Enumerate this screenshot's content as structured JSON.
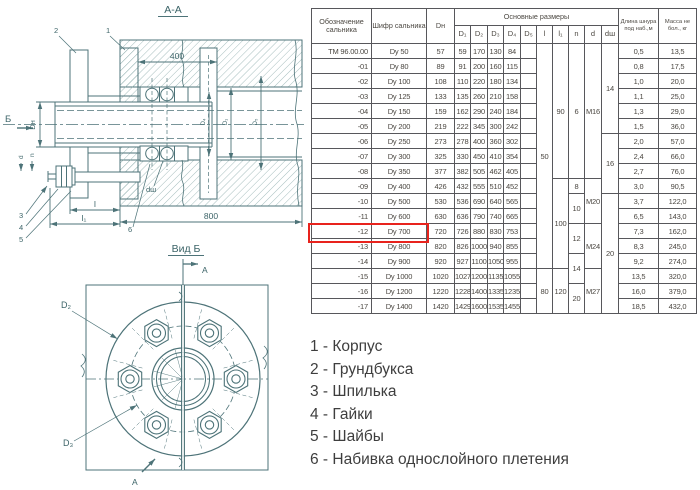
{
  "colors": {
    "drawing_line": "#4d7378",
    "drawing_text": "#3c6468",
    "table_text": "#4b4741",
    "table_border": "#57575b",
    "highlight_red": "#e8231d",
    "legend_text": "#3e3e3e"
  },
  "section_view": {
    "title": "А-А",
    "dim_top": "400",
    "dim_bottom": "800",
    "dim_l": "l",
    "dim_l1": "l₁",
    "view_arrow_label": "Б",
    "label_dn": "Dн",
    "label_d": "d",
    "label_n": "n",
    "label_dsh": "dш",
    "label_d4": "D₄",
    "label_d1": "D₁",
    "label_d5": "D₅",
    "callout_1": "1",
    "callout_2": "2",
    "callout_3": "3",
    "callout_4": "4",
    "callout_5": "5",
    "callout_6": "6"
  },
  "flange_view": {
    "title": "Вид Б",
    "label_d2": "D₂",
    "label_d3": "D₃",
    "section_label_top": "А",
    "section_label_bottom": "А"
  },
  "table": {
    "headers": {
      "designation": "Обозначение сальника",
      "code": "Шифр сальника",
      "dn": "Dн",
      "group": "Основные размеры",
      "sub": [
        "D₁",
        "D₂",
        "D₃",
        "D₄",
        "D₅",
        "l",
        "l₁",
        "n",
        "d",
        "dш"
      ],
      "cord_length": "Длина шнура под наб.,м",
      "mass": "Масса не бол., кг"
    },
    "rows": [
      {
        "designation": "ТМ 96.00.00",
        "code": "Dy 50",
        "dn": "57",
        "d1": "59",
        "d2": "170",
        "d3": "130",
        "d4": "84",
        "cord": "0,5",
        "mass": "13,5"
      },
      {
        "designation": "-01",
        "code": "Dy 80",
        "dn": "89",
        "d1": "91",
        "d2": "200",
        "d3": "160",
        "d4": "115",
        "cord": "0,8",
        "mass": "17,5"
      },
      {
        "designation": "-02",
        "code": "Dy 100",
        "dn": "108",
        "d1": "110",
        "d2": "220",
        "d3": "180",
        "d4": "134",
        "cord": "1,0",
        "mass": "20,0"
      },
      {
        "designation": "-03",
        "code": "Dy 125",
        "dn": "133",
        "d1": "135",
        "d2": "260",
        "d3": "210",
        "d4": "158",
        "cord": "1,1",
        "mass": "25,0"
      },
      {
        "designation": "-04",
        "code": "Dy 150",
        "dn": "159",
        "d1": "162",
        "d2": "290",
        "d3": "240",
        "d4": "184",
        "cord": "1,3",
        "mass": "29,0"
      },
      {
        "designation": "-05",
        "code": "Dy 200",
        "dn": "219",
        "d1": "222",
        "d2": "345",
        "d3": "300",
        "d4": "242",
        "cord": "1,5",
        "mass": "36,0"
      },
      {
        "designation": "-06",
        "code": "Dy 250",
        "dn": "273",
        "d1": "278",
        "d2": "400",
        "d3": "360",
        "d4": "302",
        "cord": "2,0",
        "mass": "57,0"
      },
      {
        "designation": "-07",
        "code": "Dy 300",
        "dn": "325",
        "d1": "330",
        "d2": "450",
        "d3": "410",
        "d4": "354",
        "cord": "2,4",
        "mass": "66,0"
      },
      {
        "designation": "-08",
        "code": "Dy 350",
        "dn": "377",
        "d1": "382",
        "d2": "505",
        "d3": "462",
        "d4": "405",
        "cord": "2,7",
        "mass": "76,0"
      },
      {
        "designation": "-09",
        "code": "Dy 400",
        "dn": "426",
        "d1": "432",
        "d2": "555",
        "d3": "510",
        "d4": "452",
        "cord": "3,0",
        "mass": "90,5"
      },
      {
        "designation": "-10",
        "code": "Dy 500",
        "dn": "530",
        "d1": "536",
        "d2": "690",
        "d3": "640",
        "d4": "565",
        "cord": "3,7",
        "mass": "122,0"
      },
      {
        "designation": "-11",
        "code": "Dy 600",
        "dn": "630",
        "d1": "636",
        "d2": "790",
        "d3": "740",
        "d4": "665",
        "cord": "6,5",
        "mass": "143,0"
      },
      {
        "designation": "-12",
        "code": "Dy 700",
        "dn": "720",
        "d1": "726",
        "d2": "880",
        "d3": "830",
        "d4": "753",
        "cord": "7,3",
        "mass": "162,0"
      },
      {
        "designation": "-13",
        "code": "Dy 800",
        "dn": "820",
        "d1": "826",
        "d2": "1000",
        "d3": "940",
        "d4": "855",
        "cord": "8,3",
        "mass": "245,0"
      },
      {
        "designation": "-14",
        "code": "Dy 900",
        "dn": "920",
        "d1": "927",
        "d2": "1100",
        "d3": "1050",
        "d4": "955",
        "cord": "9,2",
        "mass": "274,0"
      },
      {
        "designation": "-15",
        "code": "Dy 1000",
        "dn": "1020",
        "d1": "1027",
        "d2": "1200",
        "d3": "1135",
        "d4": "1055",
        "cord": "13,5",
        "mass": "320,0"
      },
      {
        "designation": "-16",
        "code": "Dy 1200",
        "dn": "1220",
        "d1": "1228",
        "d2": "1400",
        "d3": "1335",
        "d4": "1235",
        "cord": "16,0",
        "mass": "379,0"
      },
      {
        "designation": "-17",
        "code": "Dy 1400",
        "dn": "1420",
        "d1": "1429",
        "d2": "1600",
        "d3": "1535",
        "d4": "1455",
        "cord": "18,5",
        "mass": "432,0"
      }
    ],
    "spans": {
      "l": [
        {
          "start": 0,
          "span": 15,
          "value": "50"
        },
        {
          "start": 15,
          "span": 3,
          "value": "80"
        }
      ],
      "l1": [
        {
          "start": 0,
          "span": 9,
          "value": "90"
        },
        {
          "start": 9,
          "span": 6,
          "value": "100"
        },
        {
          "start": 15,
          "span": 3,
          "value": "120"
        }
      ],
      "n": [
        {
          "start": 0,
          "span": 9,
          "value": "6"
        },
        {
          "start": 9,
          "span": 1,
          "value": "8"
        },
        {
          "start": 10,
          "span": 2,
          "value": "10"
        },
        {
          "start": 12,
          "span": 2,
          "value": "12"
        },
        {
          "start": 14,
          "span": 2,
          "value": "14"
        },
        {
          "start": 16,
          "span": 2,
          "value": "20"
        }
      ],
      "d": [
        {
          "start": 0,
          "span": 9,
          "value": "M16"
        },
        {
          "start": 9,
          "span": 3,
          "value": "M20"
        },
        {
          "start": 12,
          "span": 3,
          "value": "M24"
        },
        {
          "start": 15,
          "span": 3,
          "value": "M27"
        }
      ],
      "dsh": [
        {
          "start": 0,
          "span": 6,
          "value": "14"
        },
        {
          "start": 6,
          "span": 4,
          "value": "16"
        },
        {
          "start": 10,
          "span": 8,
          "value": "20"
        }
      ]
    },
    "highlighted_row_code": "Dy 700"
  },
  "legend": {
    "items": [
      "1 - Корпус",
      "2 - Грундбукса",
      "3 - Шпилька",
      "4 - Гайки",
      "5 - Шайбы",
      "6 - Набивка однослойного плетения"
    ]
  }
}
